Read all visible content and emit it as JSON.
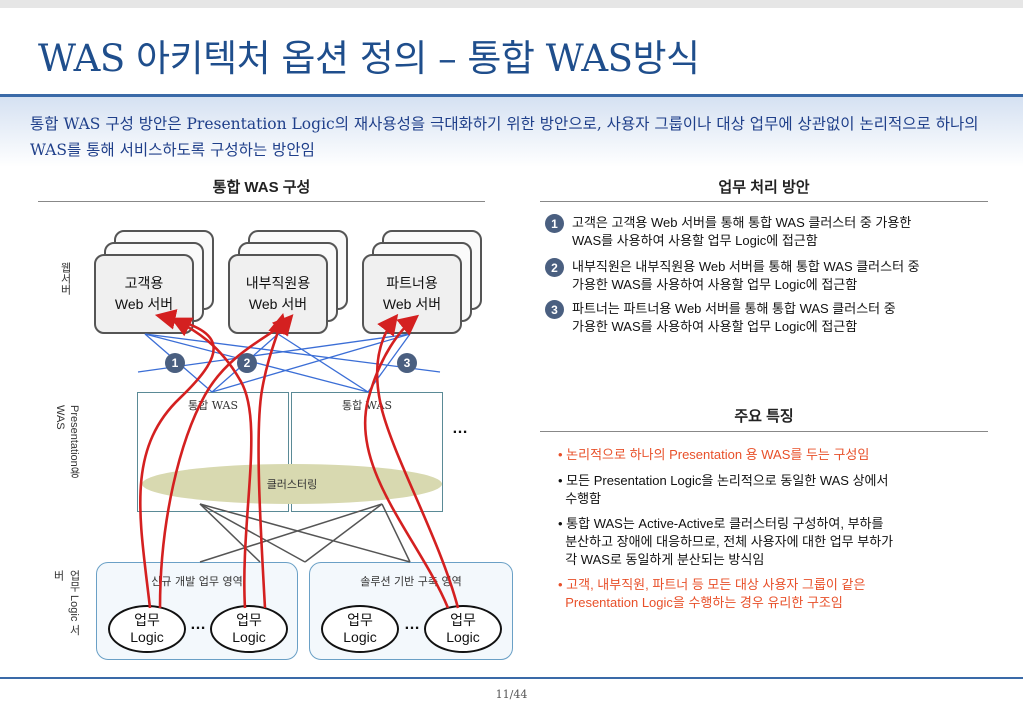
{
  "title": "WAS 아키텍처 옵션 정의 – 통합 WAS방식",
  "intro": "통합 WAS 구성 방안은 Presentation Logic의 재사용성을 극대화하기 위한 방안으로, 사용자 그룹이나 대상 업무에 상관없이 논리적으로 하나의 WAS를 통해 서비스하도록 구성하는 방안임",
  "diagram": {
    "heading": "통합 WAS 구성",
    "side_labels": {
      "web": "웹서버",
      "presentation": "Presentation용 WAS",
      "logic": "업무 Logic 서버"
    },
    "web_servers": [
      {
        "line1": "고객용",
        "line2": "Web 서버"
      },
      {
        "line1": "내부직원용",
        "line2": "Web 서버"
      },
      {
        "line1": "파트너용",
        "line2": "Web 서버"
      }
    ],
    "badges": [
      "1",
      "2",
      "3"
    ],
    "was_boxes": [
      "통합 WAS",
      "통합 WAS"
    ],
    "was_ellipsis": "…",
    "cluster": "클러스터링",
    "areas": [
      {
        "label": "신규 개발 업무 영역",
        "logic": [
          {
            "l1": "업무",
            "l2": "Logic"
          },
          {
            "l1": "업무",
            "l2": "Logic"
          }
        ],
        "ellipsis": "…"
      },
      {
        "label": "솔루션 기반 구축 영역",
        "logic": [
          {
            "l1": "업무",
            "l2": "Logic"
          },
          {
            "l1": "업무",
            "l2": "Logic"
          }
        ],
        "ellipsis": "…"
      }
    ],
    "colors": {
      "network": "#3b6ed6",
      "flow": "#d42020"
    }
  },
  "process": {
    "heading": "업무 처리 방안",
    "steps": [
      {
        "num": "1",
        "line1": "고객은 고객용 Web 서버를 통해 통합 WAS 클러스터 중 가용한",
        "line2": "WAS를 사용하여 사용할 업무 Logic에 접근함"
      },
      {
        "num": "2",
        "line1": "내부직원은 내부직원용 Web 서버를 통해 통합 WAS 클러스터 중",
        "line2": "가용한 WAS를 사용하여 사용할 업무 Logic에 접근함"
      },
      {
        "num": "3",
        "line1": "파트너는 파트너용 Web 서버를 통해 통합 WAS 클러스터 중",
        "line2": "가용한 WAS를 사용하여 사용할 업무 Logic에 접근함"
      }
    ]
  },
  "features": {
    "heading": "주요 특징",
    "items": [
      {
        "lines": [
          "• 논리적으로 하나의 Presentation 용 WAS를 두는 구성임"
        ],
        "highlight": true
      },
      {
        "lines": [
          "• 모든 Presentation Logic을 논리적으로 동일한 WAS 상에서",
          "  수행함"
        ],
        "highlight": false
      },
      {
        "lines": [
          "• 통합 WAS는 Active-Active로 클러스터링 구성하여, 부하를",
          "  분산하고 장애에 대응하므로, 전체 사용자에 대한 업무 부하가",
          "  각 WAS로 동일하게 분산되는 방식임"
        ],
        "highlight": false
      },
      {
        "lines": [
          "• 고객, 내부직원, 파트너 등 모든 대상 사용자 그룹이 같은",
          "  Presentation Logic을 수행하는 경우 유리한 구조임"
        ],
        "highlight": true
      }
    ],
    "colors": {
      "highlight": "#e8502a"
    }
  },
  "footer": {
    "page": "11/44"
  }
}
